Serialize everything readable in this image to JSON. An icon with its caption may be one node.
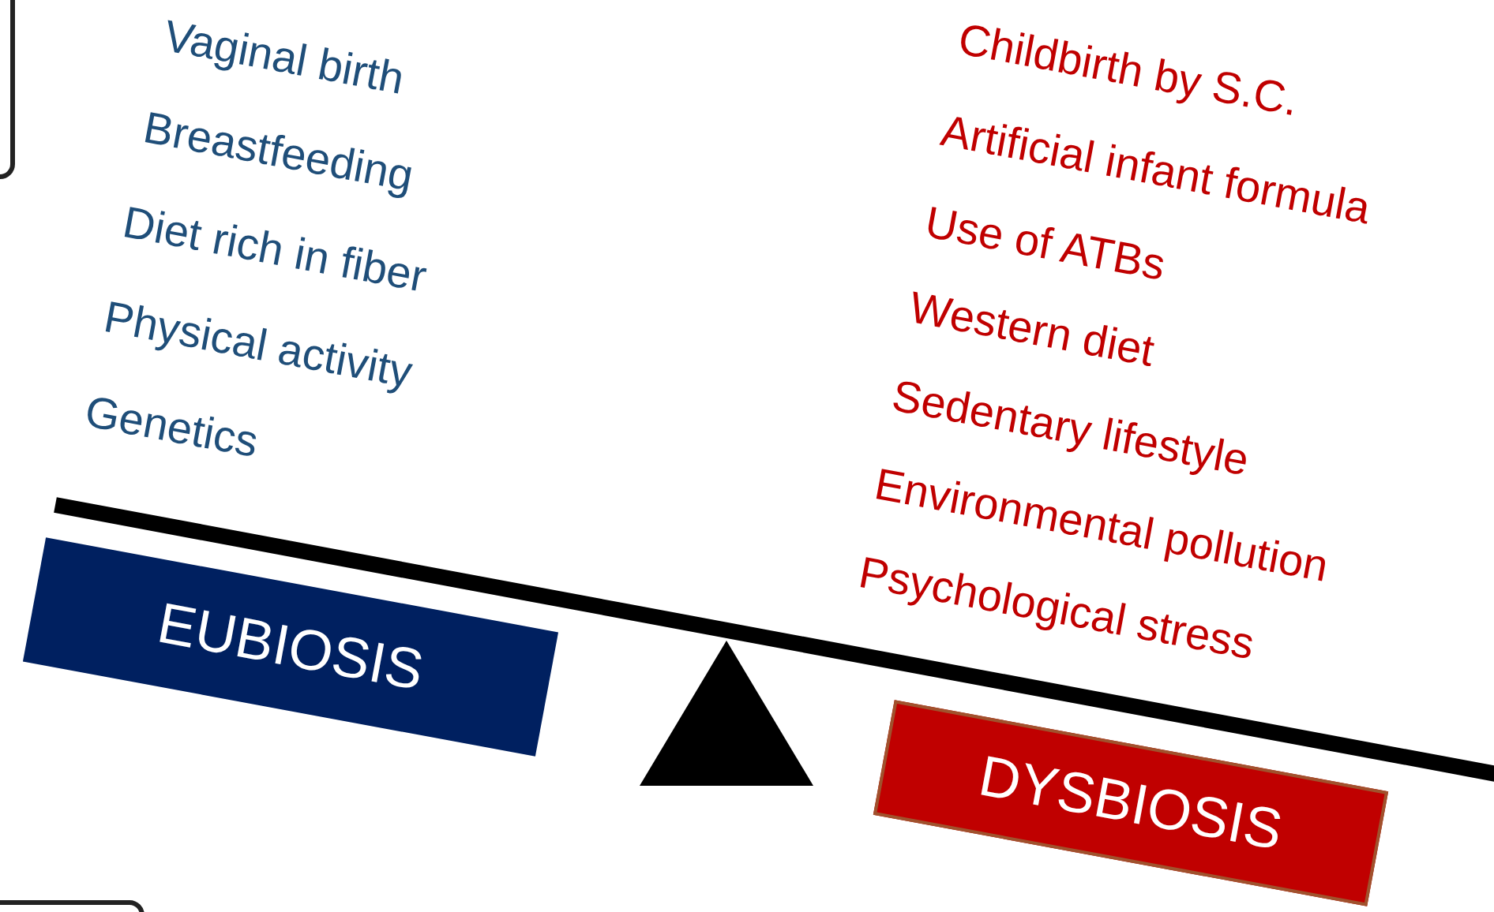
{
  "diagram": {
    "nodes": [
      {
        "text": [
          "EUBIOSIS"
        ]
      },
      {
        "text": [
          "DYSBIOSIS"
        ]
      }
    ],
    "labels": [
      "Vaginal birth",
      "Breastfeeding",
      "Diet rich in fiber",
      "Physical activity",
      "Genetics",
      "Childbirth by S.C.",
      "Artificial infant formula",
      "Use of ATBs",
      "Western diet",
      "Sedentary lifestyle",
      "Environmental pollution",
      "Psychological stress"
    ]
  }
}
